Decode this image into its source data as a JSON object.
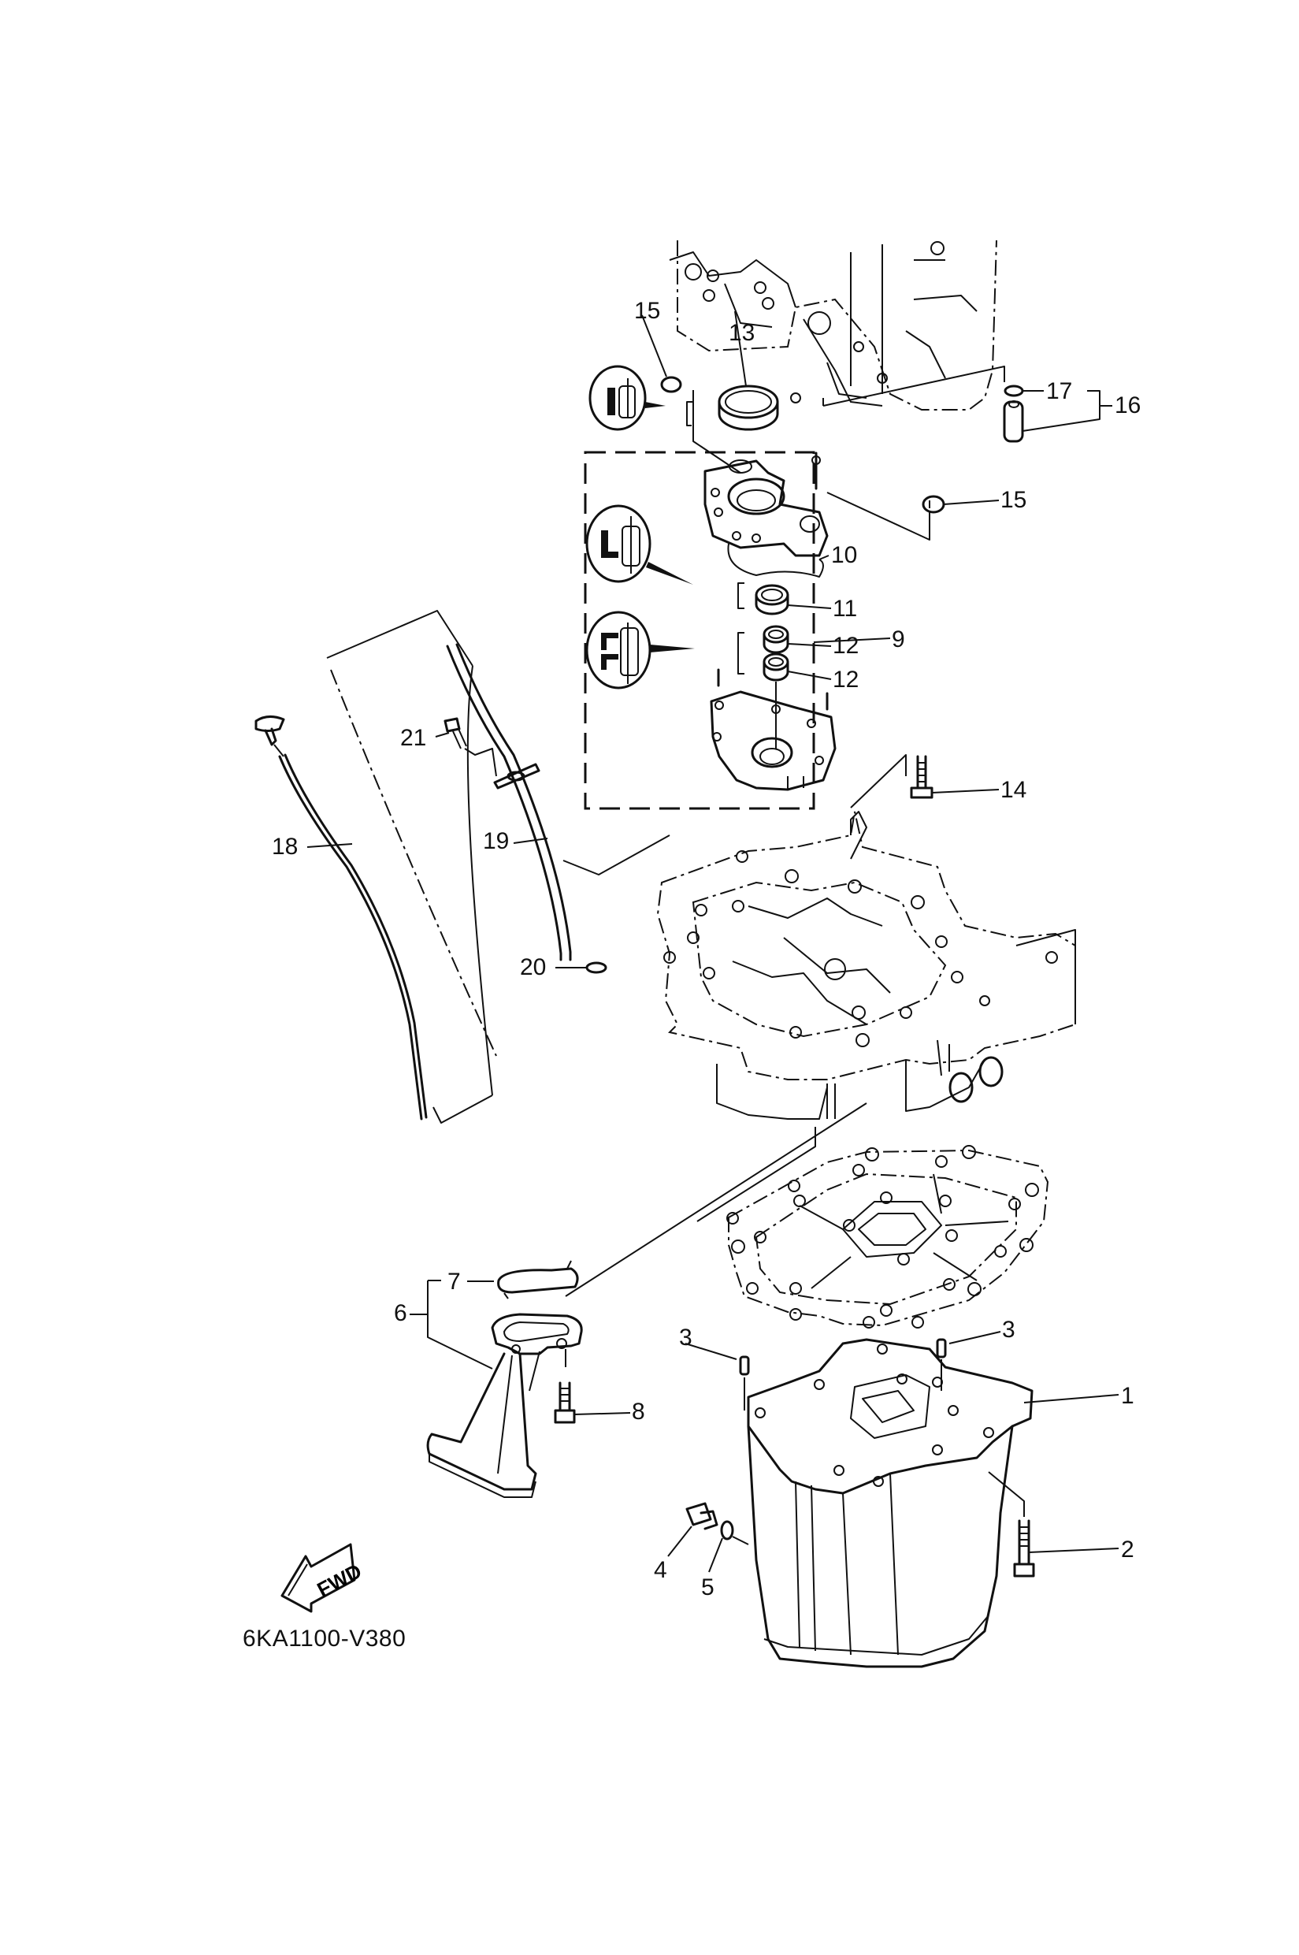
{
  "diagram": {
    "code": "6KA1100-V380",
    "direction_arrow": {
      "icon": "fwd-arrow-icon",
      "text": "FWD"
    },
    "callouts": [
      {
        "id": "1",
        "label": "1"
      },
      {
        "id": "2",
        "label": "2"
      },
      {
        "id": "3a",
        "label": "3"
      },
      {
        "id": "3b",
        "label": "3"
      },
      {
        "id": "4",
        "label": "4"
      },
      {
        "id": "5",
        "label": "5"
      },
      {
        "id": "6",
        "label": "6"
      },
      {
        "id": "7",
        "label": "7"
      },
      {
        "id": "8",
        "label": "8"
      },
      {
        "id": "9",
        "label": "9"
      },
      {
        "id": "10",
        "label": "10"
      },
      {
        "id": "11",
        "label": "11"
      },
      {
        "id": "12a",
        "label": "12"
      },
      {
        "id": "12b",
        "label": "12"
      },
      {
        "id": "13",
        "label": "13"
      },
      {
        "id": "14",
        "label": "14"
      },
      {
        "id": "15a",
        "label": "15"
      },
      {
        "id": "15b",
        "label": "15"
      },
      {
        "id": "16",
        "label": "16"
      },
      {
        "id": "17",
        "label": "17"
      },
      {
        "id": "18",
        "label": "18"
      },
      {
        "id": "19",
        "label": "19"
      },
      {
        "id": "20",
        "label": "20"
      },
      {
        "id": "21",
        "label": "21"
      }
    ],
    "seal_detail_icons": [
      "oil-seal-orientation-icon",
      "oil-seal-lip-icon",
      "double-seal-orientation-icon"
    ]
  }
}
